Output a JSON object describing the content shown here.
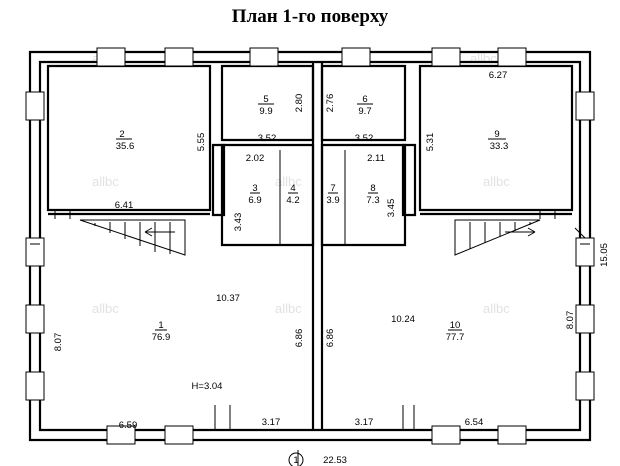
{
  "title": "План 1-го поверху",
  "watermark": "allbc",
  "rooms": [
    {
      "num": "1",
      "area": "76.9"
    },
    {
      "num": "2",
      "area": "35.6"
    },
    {
      "num": "3",
      "area": "6.9"
    },
    {
      "num": "4",
      "area": "4.2"
    },
    {
      "num": "5",
      "area": "9.9"
    },
    {
      "num": "6",
      "area": "9.7"
    },
    {
      "num": "7",
      "area": "3.9"
    },
    {
      "num": "8",
      "area": "7.3"
    },
    {
      "num": "9",
      "area": "33.3"
    },
    {
      "num": "10",
      "area": "77.7"
    }
  ],
  "dimensions": {
    "d_6_27": "6.27",
    "d_2_80": "2.80",
    "d_2_76": "2.76",
    "d_5_55": "5.55",
    "d_5_31": "5.31",
    "d_3_52a": "3.52",
    "d_3_52b": "3.52",
    "d_2_02": "2.02",
    "d_2_11": "2.11",
    "d_6_41": "6.41",
    "d_3_43": "3.43",
    "d_3_45": "3.45",
    "d_15_05": "15.05",
    "d_10_37": "10.37",
    "d_10_24": "10.24",
    "d_8_07a": "8.07",
    "d_8_07b": "8.07",
    "d_6_86a": "6.86",
    "d_6_86b": "6.86",
    "d_6_59": "6.59",
    "d_3_17a": "3.17",
    "d_3_17b": "3.17",
    "d_6_54": "6.54",
    "d_22_53": "22.53"
  },
  "ceiling_height": "H=3.04",
  "axis_marker": "1"
}
